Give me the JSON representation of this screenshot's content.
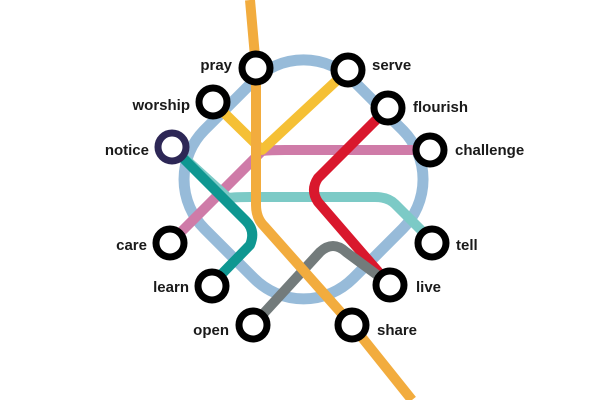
{
  "diagram": {
    "type": "metro-map",
    "ring": {
      "color": "#97bbd9"
    },
    "lines": [
      {
        "name": "orange-line",
        "color": "#f2ac3e"
      },
      {
        "name": "yellow-line",
        "color": "#f5c035"
      },
      {
        "name": "pink-line",
        "color": "#cf7ba8"
      },
      {
        "name": "red-line",
        "color": "#d9182d"
      },
      {
        "name": "light-teal-line",
        "color": "#7ccac6"
      },
      {
        "name": "dark-teal-line",
        "color": "#0f9791"
      },
      {
        "name": "grey-line",
        "color": "#737b7b"
      }
    ],
    "stations": {
      "pray": "pray",
      "serve": "serve",
      "worship": "worship",
      "flourish": "flourish",
      "notice": "notice",
      "challenge": "challenge",
      "care": "care",
      "tell": "tell",
      "learn": "learn",
      "live": "live",
      "open": "open",
      "share": "share"
    },
    "station_colors": {
      "default": "#000000",
      "notice": "#2d2756"
    }
  }
}
